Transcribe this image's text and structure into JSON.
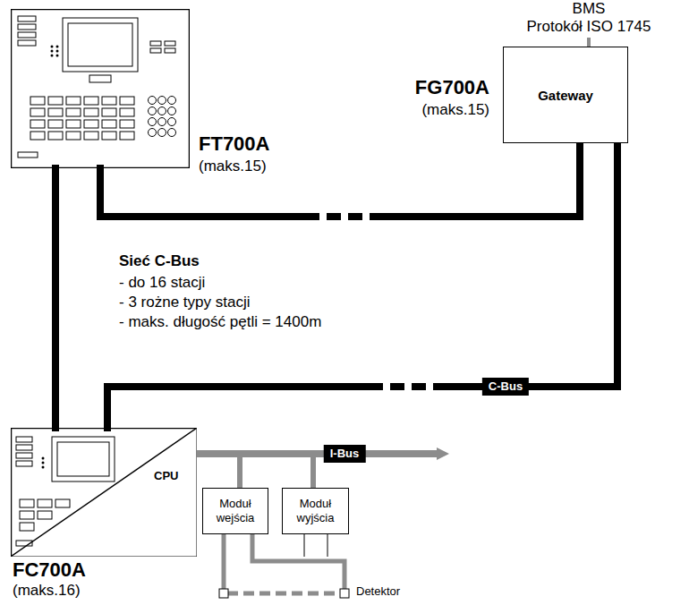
{
  "diagram": {
    "nodes": [
      {
        "text": [
          "FT700A",
          "(maks.15)"
        ]
      },
      {
        "text": [
          "Gateway",
          "FG700A",
          "(maks.15)"
        ]
      },
      {
        "text": [
          "CPU",
          "FC700A",
          "(maks.16)"
        ]
      },
      {
        "text": [
          "Moduł wejścia"
        ]
      },
      {
        "text": [
          "Moduł wyjścia"
        ]
      }
    ],
    "edges": [
      {
        "from": 0,
        "to": 1,
        "arrow": "none"
      },
      {
        "from": 0,
        "to": 2,
        "arrow": "none"
      },
      {
        "from": 1,
        "to": 2,
        "label": "C-Bus",
        "arrow": "none"
      },
      {
        "from": 2,
        "to": 3,
        "arrow": "none"
      },
      {
        "from": 2,
        "to": 4,
        "arrow": "none"
      }
    ],
    "labels": [
      "BMS",
      "Protokół ISO 1745",
      "Sieć C-Bus",
      "- do 16 stacji",
      "- 3 rożne typy stacji",
      "- maks. długość pętli = 1400m",
      "I-Bus",
      "Detektor"
    ]
  }
}
